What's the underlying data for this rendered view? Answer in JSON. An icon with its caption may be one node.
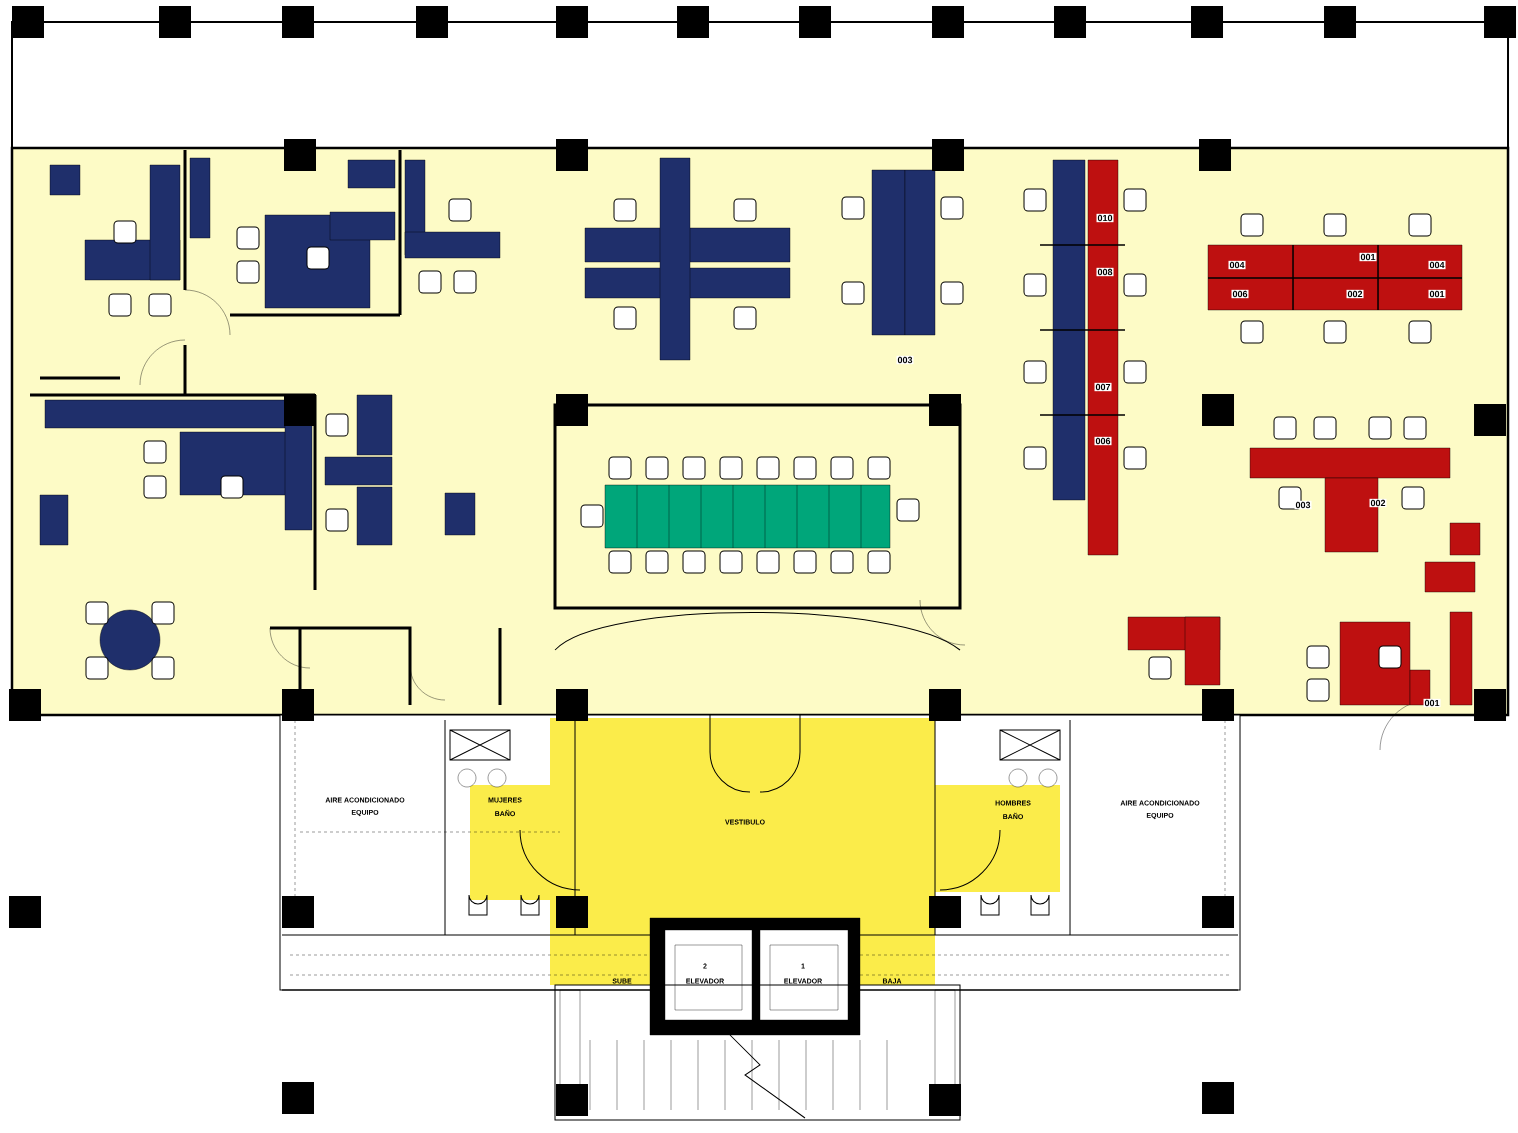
{
  "diagram": {
    "labels": [
      "010",
      "004",
      "001",
      "004",
      "008",
      "006",
      "002",
      "001",
      "003",
      "007",
      "006",
      "003",
      "002",
      "001",
      "AIRE ACONDICIONADO",
      "EQUIPO",
      "MUJERES",
      "BAÑO",
      "HOMBRES",
      "BAÑO",
      "AIRE ACONDICIONADO",
      "EQUIPO",
      "VESTIBULO",
      "2",
      "1",
      "SUBE",
      "ELEVADOR",
      "ELEVADOR",
      "BAJA"
    ]
  }
}
